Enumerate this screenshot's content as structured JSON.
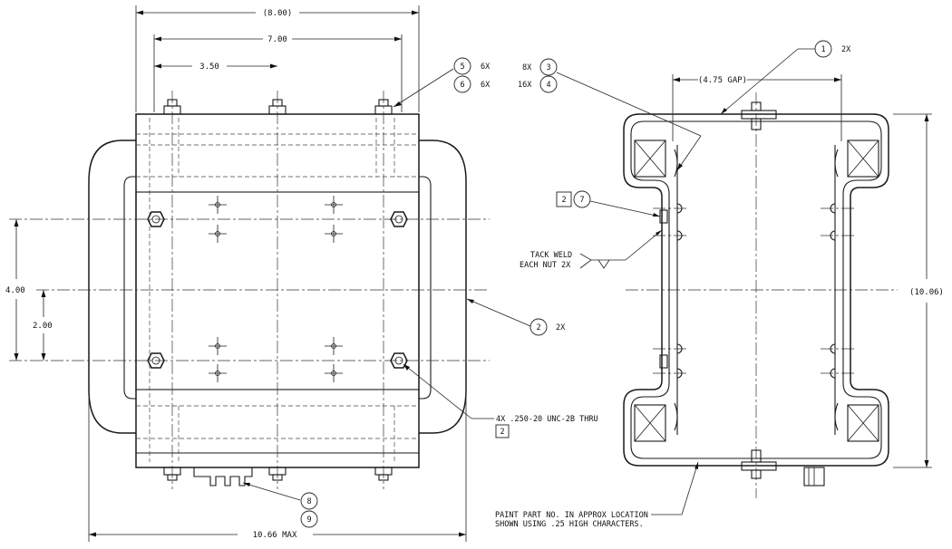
{
  "front_view": {
    "dims": {
      "overall_width": "(8.00)",
      "hole_span": "7.00",
      "hole_half": "3.50",
      "height_4": "4.00",
      "height_2": "2.00",
      "max_width": "10.66 MAX"
    },
    "callouts": {
      "b5": "5",
      "b5_qty": "6X",
      "b6": "6",
      "b6_qty": "6X",
      "b2": "2",
      "b2_qty": "2X",
      "b8": "8",
      "b9": "9",
      "thread_note": "4X .250-20 UNC-2B THRU",
      "thread_box": "2"
    }
  },
  "side_view": {
    "dims": {
      "gap": "(4.75 GAP)",
      "height": "(10.06)"
    },
    "callouts": {
      "b1": "1",
      "b1_qty": "2X",
      "b3": "3",
      "b3_qty": "8X",
      "b4": "4",
      "b4_qty": "16X",
      "b2": "2",
      "b7": "7",
      "weld_line1": "TACK WELD",
      "weld_line2": "EACH NUT 2X",
      "paint_line1": "PAINT PART NO. IN APPROX LOCATION",
      "paint_line2": "SHOWN USING .25 HIGH CHARACTERS."
    }
  }
}
